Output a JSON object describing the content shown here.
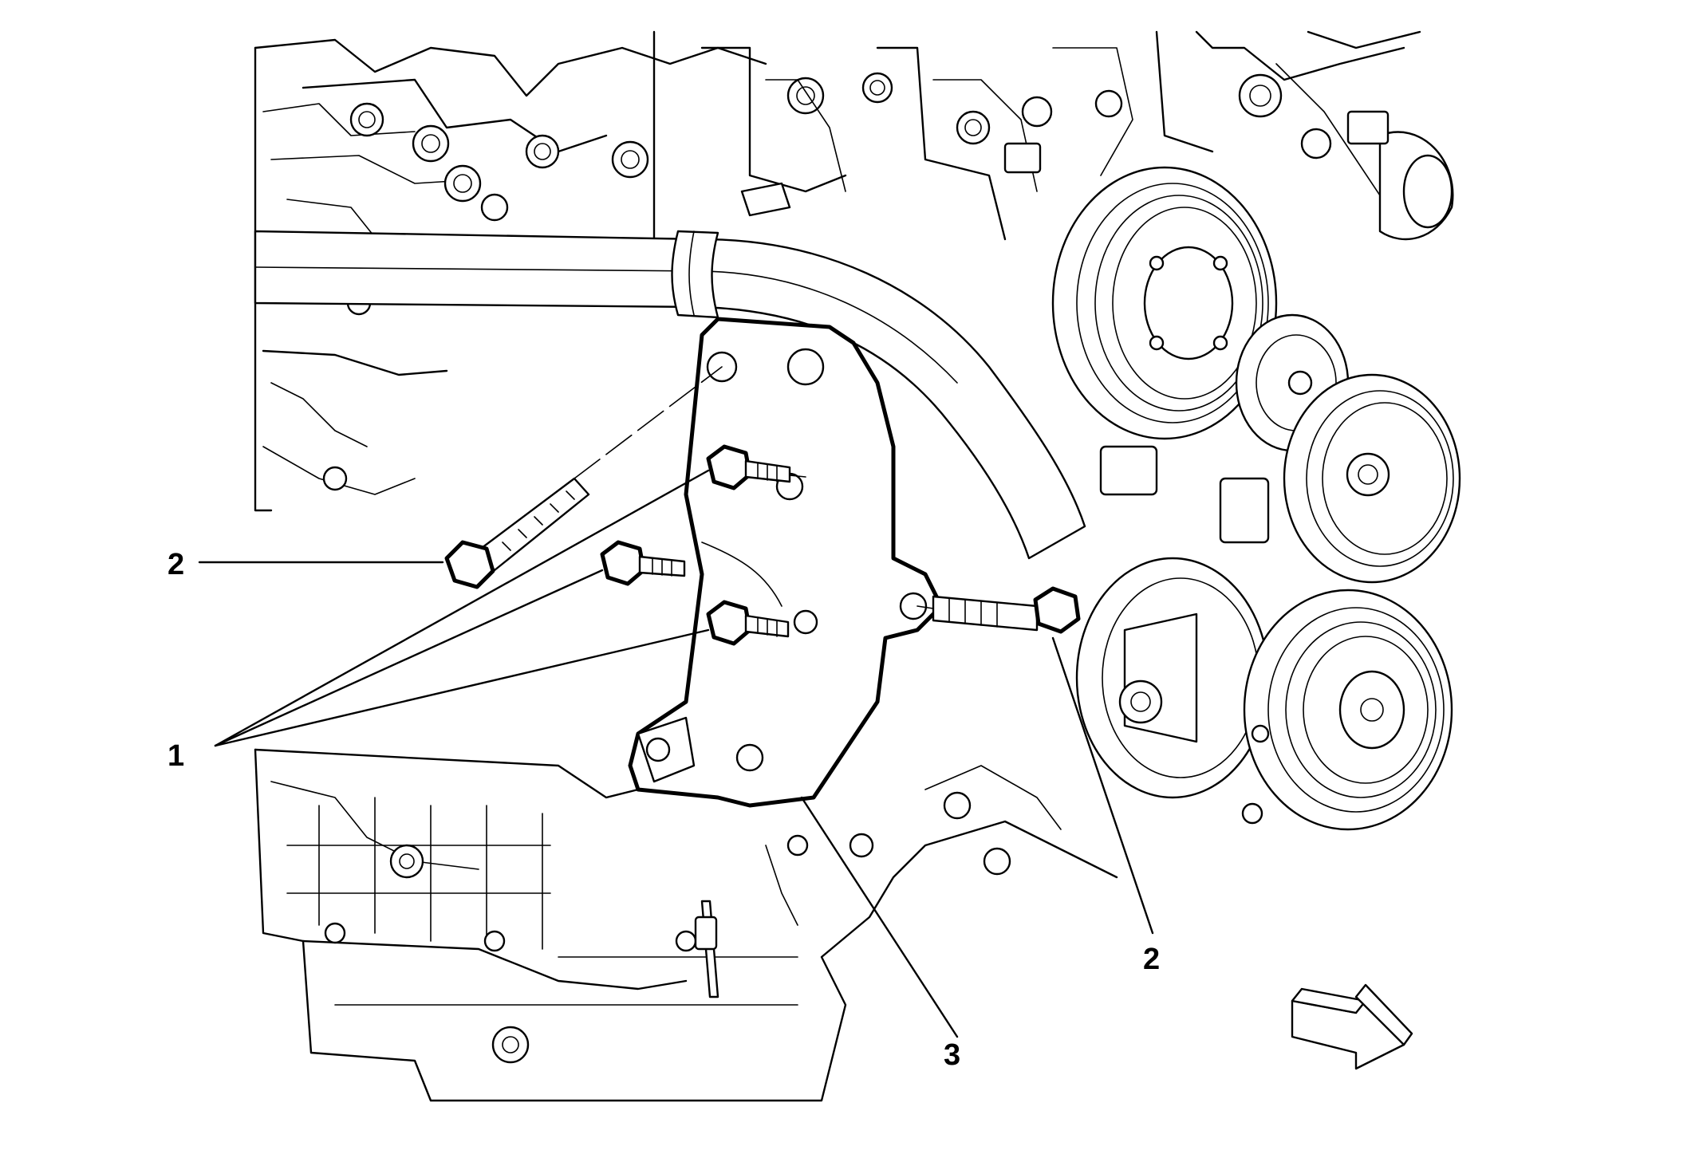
{
  "callouts": [
    {
      "id": "callout-2-left",
      "label": "2"
    },
    {
      "id": "callout-1",
      "label": "1"
    },
    {
      "id": "callout-2-right",
      "label": "2"
    },
    {
      "id": "callout-3",
      "label": "3"
    }
  ],
  "icons": {
    "view_direction": "view-direction-arrow-icon"
  }
}
